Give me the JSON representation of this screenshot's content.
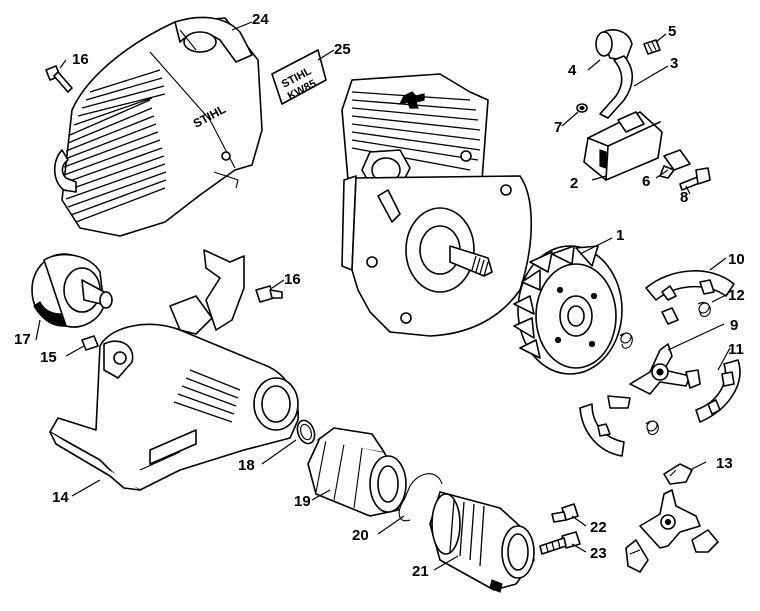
{
  "diagram": {
    "callouts": [
      "1",
      "2",
      "3",
      "4",
      "5",
      "6",
      "7",
      "8",
      "9",
      "10",
      "11",
      "12",
      "13",
      "14",
      "15",
      "16",
      "16",
      "17",
      "18",
      "19",
      "20",
      "21",
      "22",
      "23",
      "24",
      "25"
    ],
    "shroud_brand": "STIHL",
    "decal_line1": "STIHL",
    "decal_line2": "KW85"
  }
}
